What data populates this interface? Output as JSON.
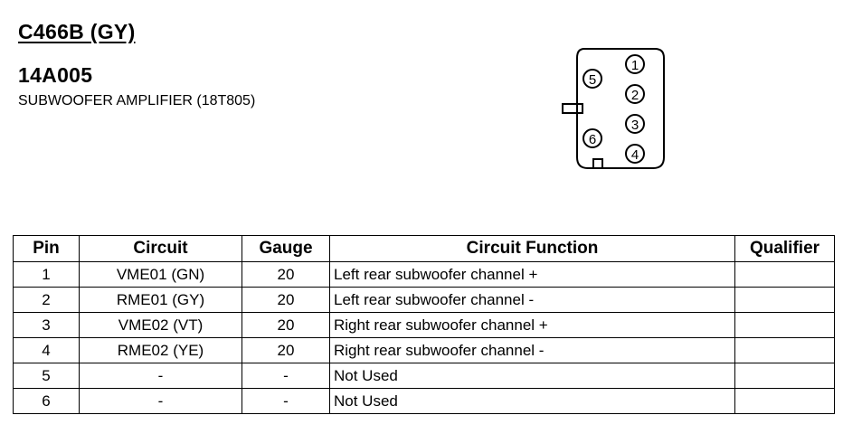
{
  "header": {
    "connector_id": "C466B (GY)",
    "part_number": "14A005",
    "component_name": "SUBWOOFER AMPLIFIER (18T805)"
  },
  "connector": {
    "pins": [
      "1",
      "2",
      "3",
      "4",
      "5",
      "6"
    ]
  },
  "table": {
    "headers": {
      "pin": "Pin",
      "circuit": "Circuit",
      "gauge": "Gauge",
      "function": "Circuit Function",
      "qualifier": "Qualifier"
    },
    "rows": [
      {
        "pin": "1",
        "circuit": "VME01 (GN)",
        "gauge": "20",
        "function": "Left rear subwoofer channel +",
        "qualifier": ""
      },
      {
        "pin": "2",
        "circuit": "RME01 (GY)",
        "gauge": "20",
        "function": "Left rear subwoofer channel -",
        "qualifier": ""
      },
      {
        "pin": "3",
        "circuit": "VME02 (VT)",
        "gauge": "20",
        "function": "Right rear subwoofer channel +",
        "qualifier": ""
      },
      {
        "pin": "4",
        "circuit": "RME02 (YE)",
        "gauge": "20",
        "function": "Right rear subwoofer channel -",
        "qualifier": ""
      },
      {
        "pin": "5",
        "circuit": "-",
        "gauge": "-",
        "function": "Not Used",
        "qualifier": ""
      },
      {
        "pin": "6",
        "circuit": "-",
        "gauge": "-",
        "function": "Not Used",
        "qualifier": ""
      }
    ]
  }
}
